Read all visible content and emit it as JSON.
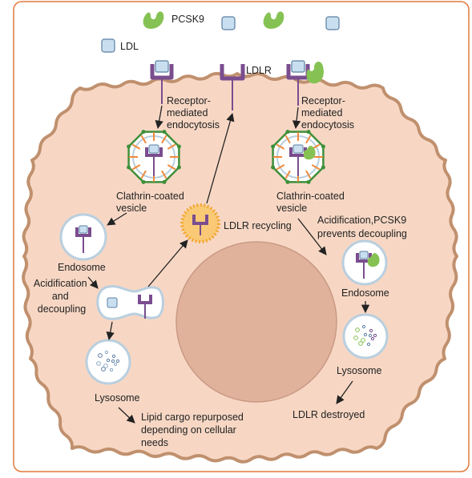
{
  "labels": {
    "pcsk9": "PCSK9",
    "ldl": "LDL",
    "ldlr": "LDLR",
    "receptor_left": [
      "Receptor-",
      "mediated",
      "endocytosis"
    ],
    "receptor_right": [
      "Receptor-",
      "mediated",
      "endocytosis"
    ],
    "clathrin_left": [
      "Clathrin-coated",
      "vesicle"
    ],
    "clathrin_right": [
      "Clathrin-coated",
      "vesicle"
    ],
    "recycling": "LDLR recycling",
    "endosome_left": "Endosome",
    "endosome_right": "Endosome",
    "acid_left": [
      "Acidification",
      "and",
      "decoupling"
    ],
    "acid_right": [
      "Acidification,PCSK9",
      "prevents decoupling"
    ],
    "lysosome_left": "Lysosome",
    "lysosome_right": "Lysosome",
    "lipid": [
      "Lipid cargo repurposed",
      "depending on cellular",
      "needs"
    ],
    "destroyed": "LDLR destroyed"
  },
  "colors": {
    "frame": "#e07a3c",
    "cell_fill": "#f7d7c4",
    "cell_stroke": "#c0906e",
    "nucleus_fill": "#e0b29c",
    "receptor": "#7a4d8f",
    "ldl_fill": "#c9dff0",
    "ldl_stroke": "#5b7fa3",
    "pcsk9": "#86c253",
    "vesicle_fill": "#f3a631",
    "clathrin": "#3f8f3a",
    "clathrin_spoke": "#f08a3a",
    "arrow": "#222222"
  }
}
